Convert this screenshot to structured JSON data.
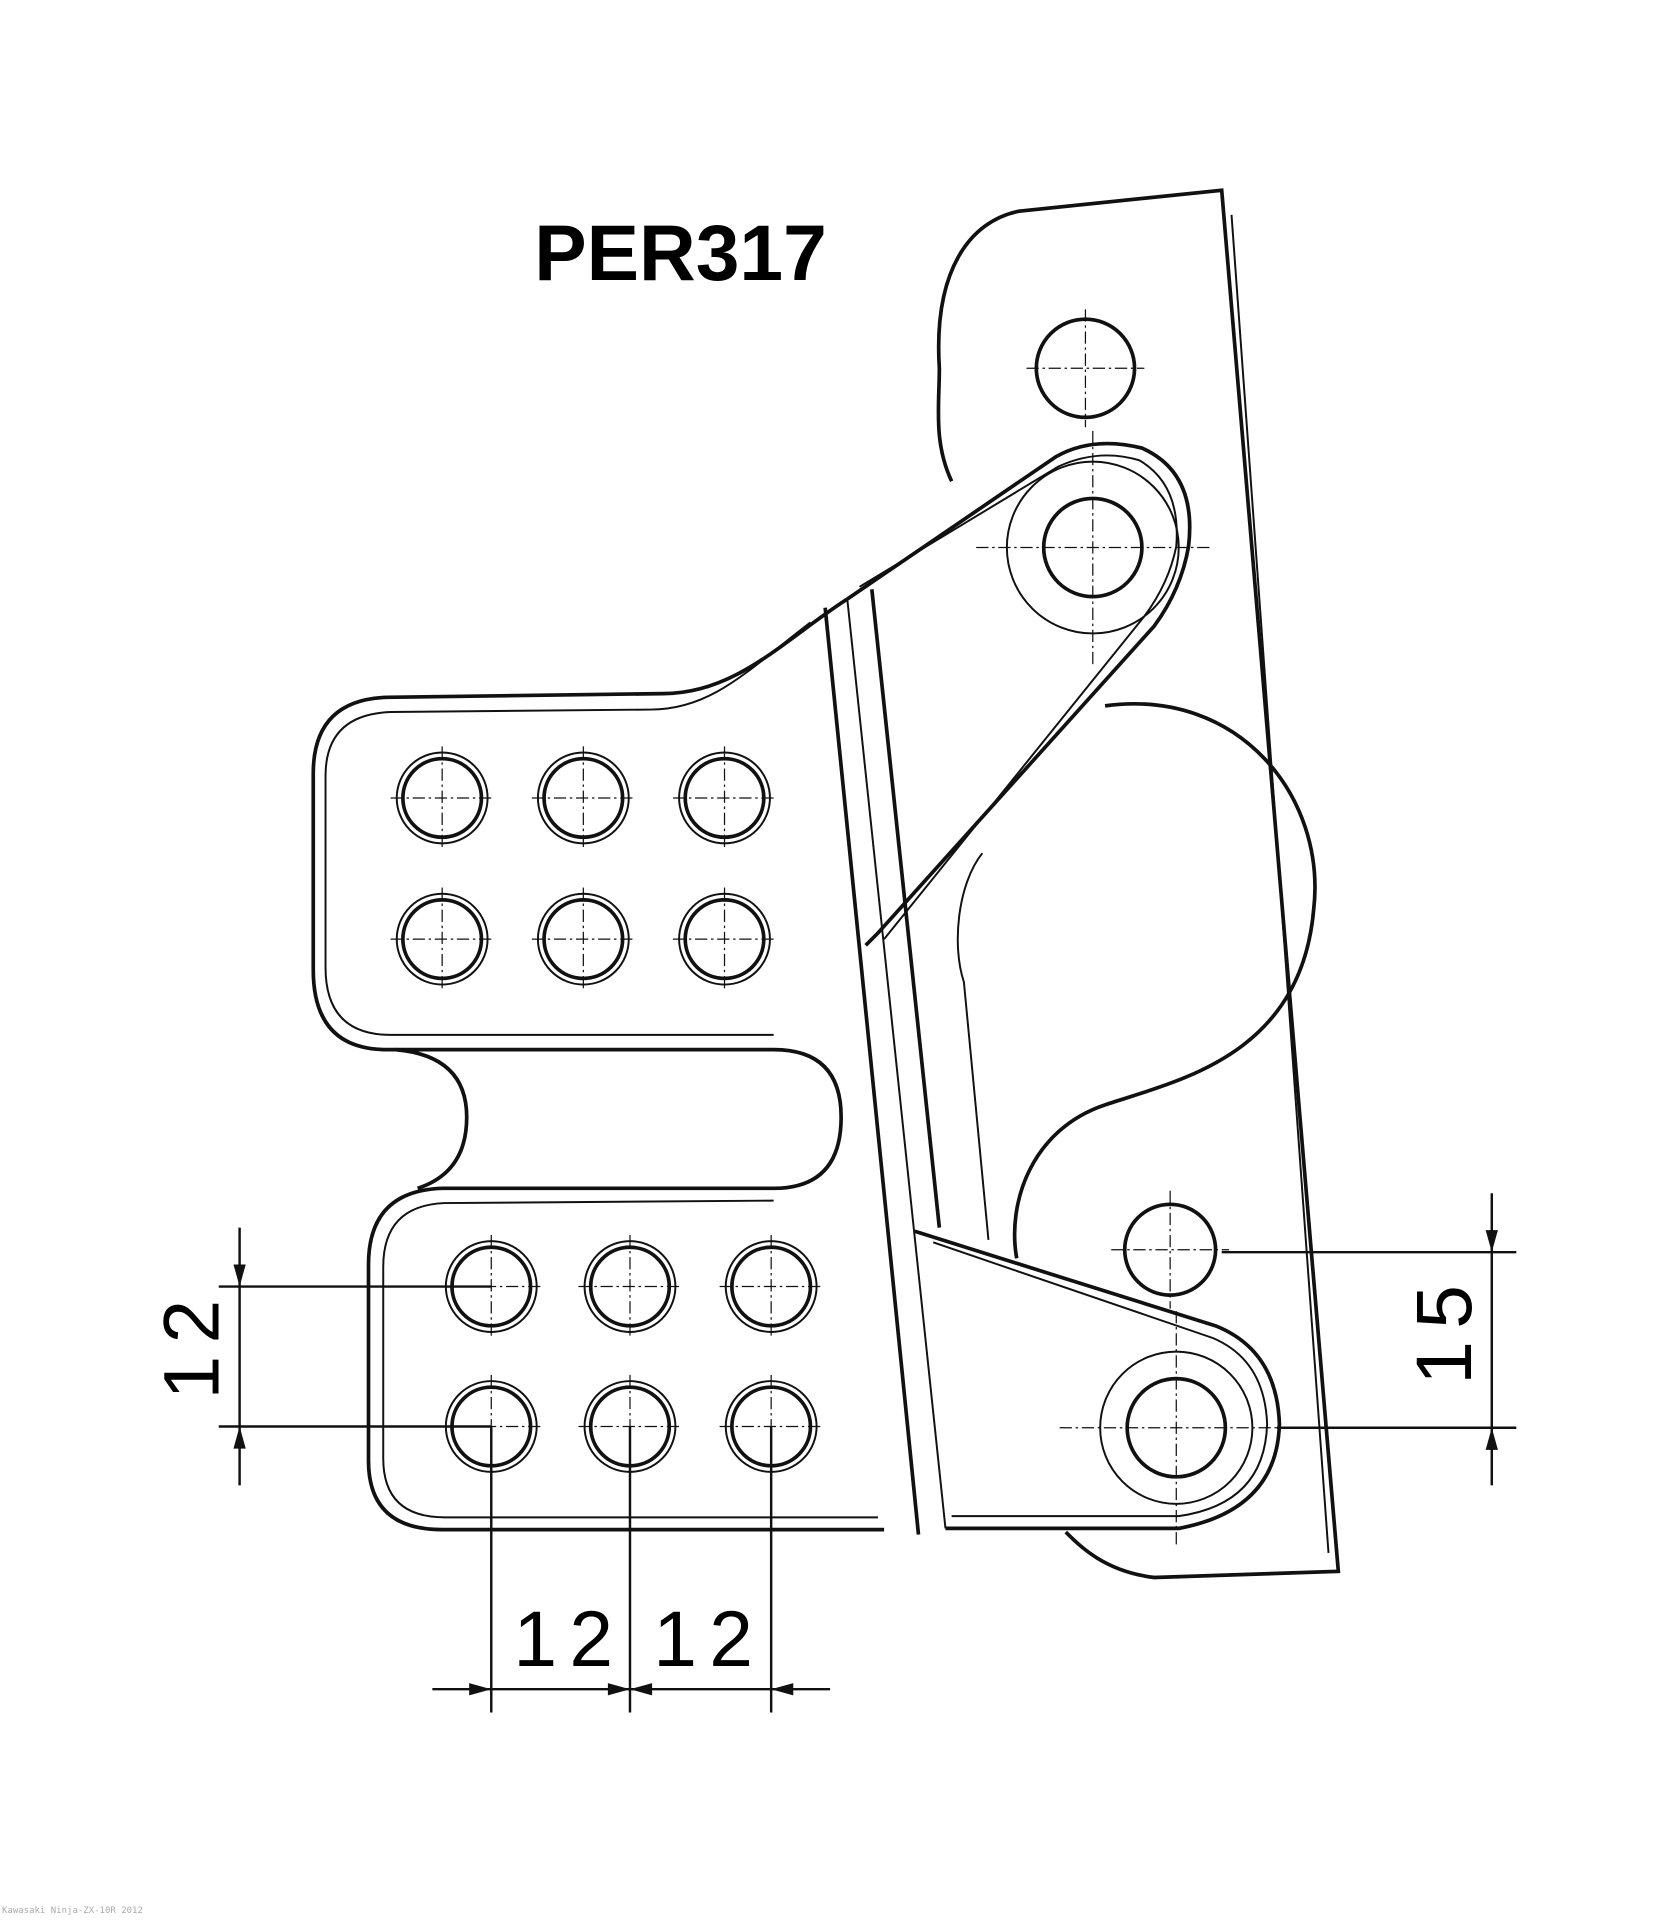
{
  "title": "PER317",
  "dimensions": {
    "vertical_hole_pitch": "12",
    "horizontal_pitch_1": "12",
    "horizontal_pitch_2": "12",
    "vertical_offset": "15"
  },
  "footer": "Kawasaki Ninja-ZX-10R 2012"
}
